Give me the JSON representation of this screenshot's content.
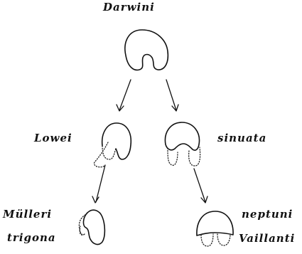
{
  "figure": {
    "labels": {
      "darwini": "Darwini",
      "lowei": "Lowei",
      "sinuata": "sinuata",
      "mulleri": "Mülleri",
      "trigona": "trigona",
      "neptuni": "neptuni",
      "vaillanti": "Vaillanti"
    }
  }
}
